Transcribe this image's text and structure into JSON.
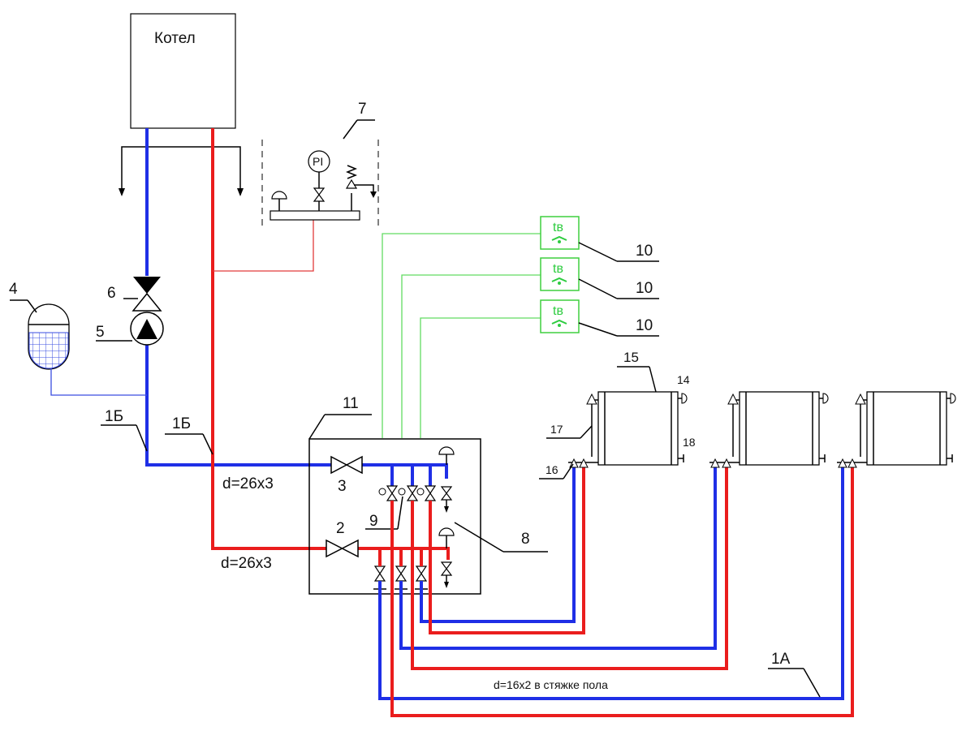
{
  "boiler": {
    "label": "Котел"
  },
  "labels": {
    "group7": "7",
    "pi": "PI",
    "n4": "4",
    "n5": "5",
    "n6": "6",
    "n1b_left": "1Б",
    "n1b_right": "1Б",
    "n11": "11",
    "n3": "3",
    "n2": "2",
    "n9": "9",
    "n8": "8",
    "d_supply_top": "d=26x3",
    "d_supply_bottom": "d=26x3",
    "n10a": "10",
    "n10b": "10",
    "n10c": "10",
    "n15": "15",
    "n14": "14",
    "n17": "17",
    "n18": "18",
    "n16": "16",
    "n1a": "1А",
    "floor_pipe": "d=16x2 в стяжке пола"
  },
  "thermostat": {
    "symbol": "tв"
  },
  "colors": {
    "supply": "#ea1d1d",
    "return": "#1f2fe6",
    "control_wire": "#62dc62"
  }
}
